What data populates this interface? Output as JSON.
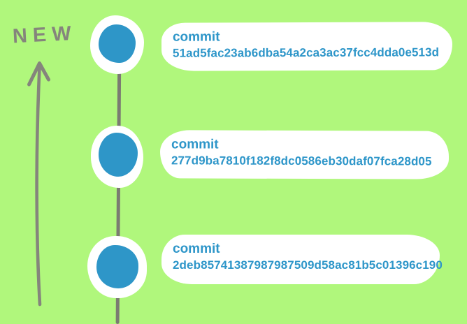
{
  "diagram": {
    "annotation": {
      "label": "NEW",
      "arrow_icon": "up-arrow",
      "meaning": "newest commits are at the top"
    },
    "commits": [
      {
        "label": "commit",
        "hash": "51ad5fac23ab6dba54a2ca3ac37fcc4dda0e513d"
      },
      {
        "label": "commit",
        "hash": "277d9ba7810f182f8dc0586eb30daf07fca28d05"
      },
      {
        "label": "commit",
        "hash": "2deb85741387987987509d58ac81b5c01396c190"
      }
    ],
    "colors": {
      "background": "#b0f77c",
      "node_fill": "#2e96c8",
      "text": "#2e96c9",
      "line": "#7b7b72",
      "annotation": "#85857c",
      "bubble": "#ffffff"
    }
  }
}
